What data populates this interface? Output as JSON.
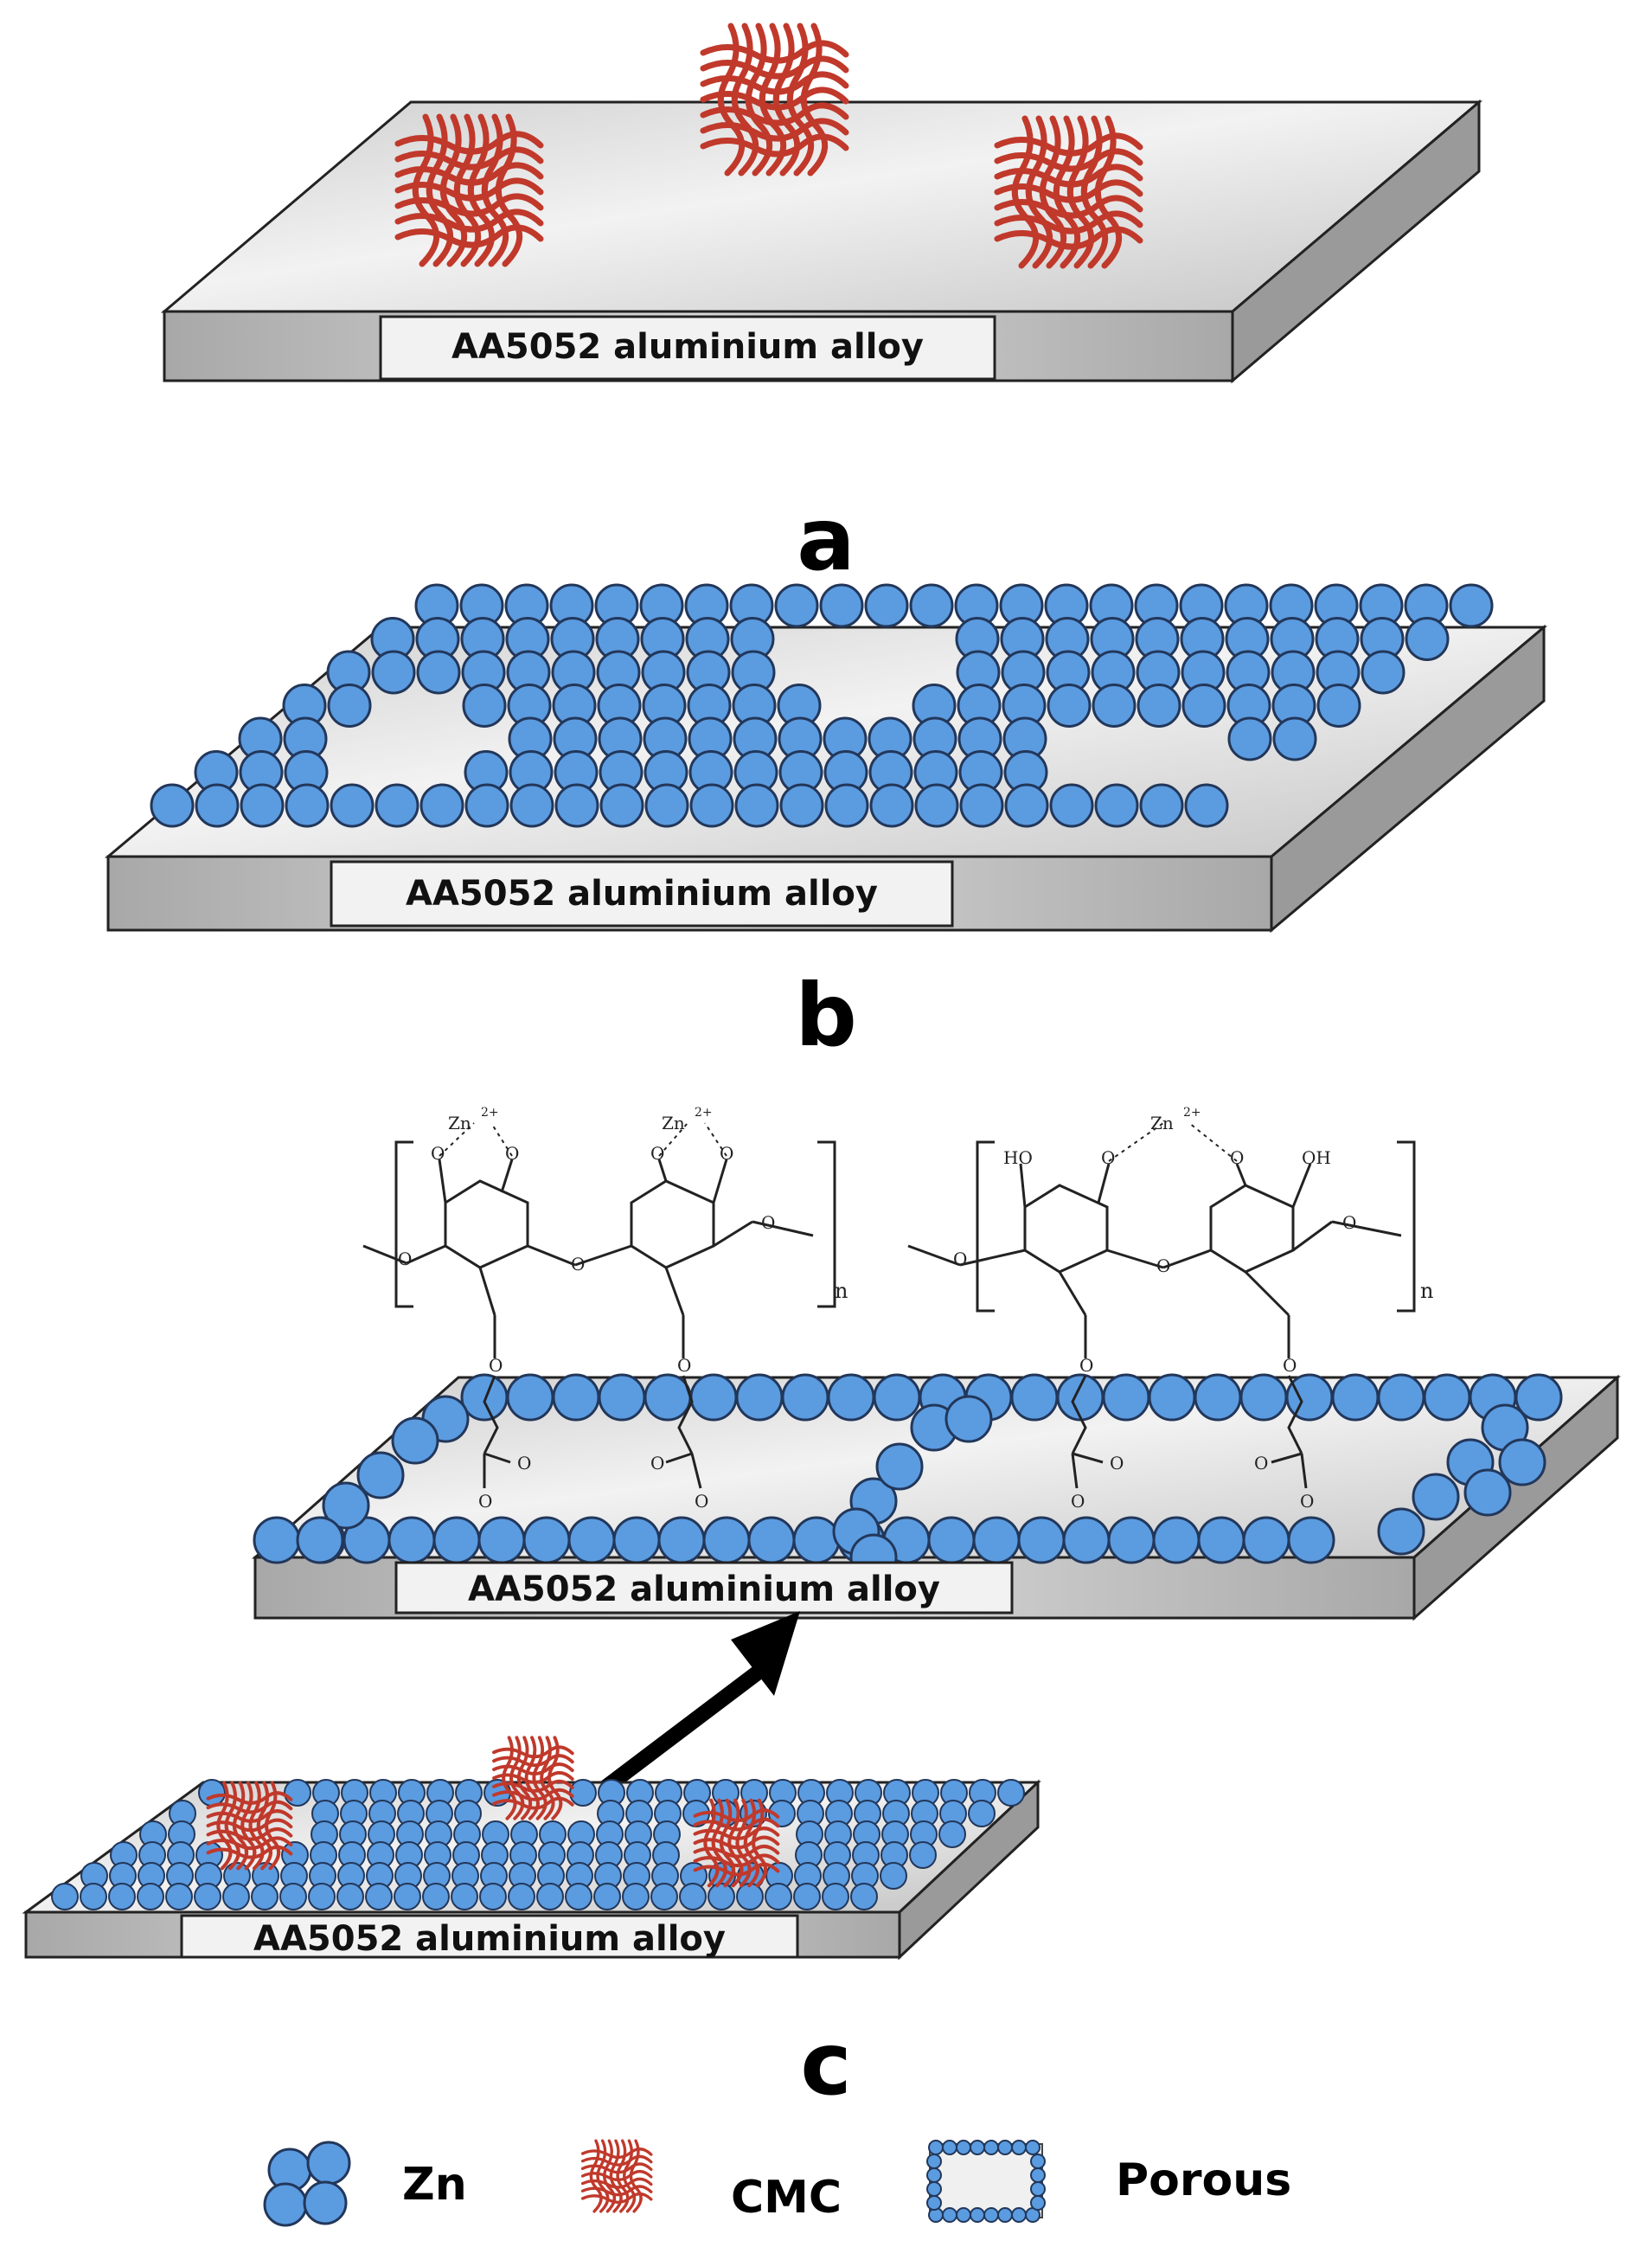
{
  "plates": [
    {
      "label": "AA5052 aluminium alloy"
    },
    {
      "label": "AA5052 aluminium alloy"
    },
    {
      "label": "AA5052 aluminium alloy"
    },
    {
      "label": "AA5052 aluminium alloy"
    }
  ],
  "panels": {
    "a": "a",
    "b": "b",
    "c": "c"
  },
  "chem": {
    "zn": "Zn",
    "charge": "2+",
    "o": "O",
    "ho": "HO",
    "oh": "OH",
    "n": "n"
  },
  "legend": {
    "zn": "Zn",
    "cmc": "CMC",
    "porous": "Porous"
  },
  "colors": {
    "zn_fill": "#5b9be0",
    "zn_stroke": "#22375a",
    "cmc": "#c0392b",
    "plate_top": "#e6e6e6",
    "plate_side": "#bdbdbd",
    "plate_right": "#9a9a9a"
  }
}
